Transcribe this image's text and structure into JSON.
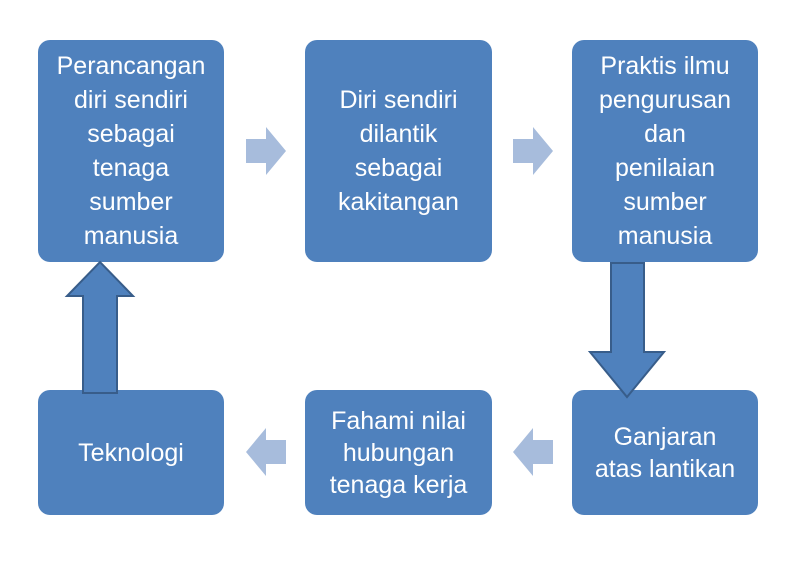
{
  "diagram": {
    "boxes": [
      {
        "id": "b1",
        "lines": [
          "Perancangan",
          "diri sendiri",
          "sebagai",
          "tenaga",
          "sumber",
          "manusia"
        ]
      },
      {
        "id": "b2",
        "lines": [
          "Diri sendiri",
          "dilantik",
          "sebagai",
          "kakitangan"
        ]
      },
      {
        "id": "b3",
        "lines": [
          "Praktis ilmu",
          "pengurusan",
          "dan",
          "penilaian",
          "sumber",
          "manusia"
        ]
      },
      {
        "id": "b4",
        "lines": [
          "Teknologi"
        ]
      },
      {
        "id": "b5",
        "lines": [
          "Fahami nilai",
          "hubungan",
          "tenaga kerja"
        ]
      },
      {
        "id": "b6",
        "lines": [
          "Ganjaran",
          "atas lantikan"
        ]
      }
    ],
    "colors": {
      "box_fill": "#4f81bd",
      "box_text": "#ffffff",
      "small_arrow": "#a7bcdc",
      "big_arrow_fill": "#4f81bd",
      "big_arrow_stroke": "#385d8a"
    },
    "connections": [
      {
        "from": "b1",
        "to": "b2"
      },
      {
        "from": "b2",
        "to": "b3"
      },
      {
        "from": "b3",
        "to": "b6"
      },
      {
        "from": "b6",
        "to": "b5"
      },
      {
        "from": "b5",
        "to": "b4"
      },
      {
        "from": "b4",
        "to": "b1"
      }
    ]
  }
}
